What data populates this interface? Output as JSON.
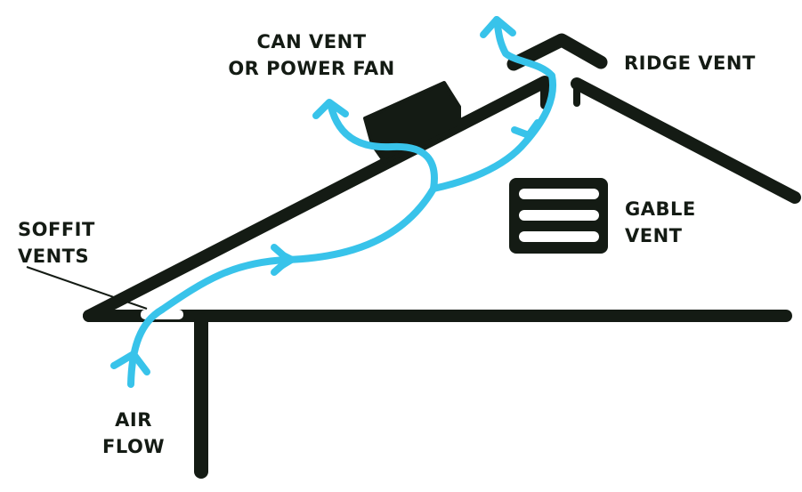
{
  "labels": {
    "can_vent_line1": "CAN VENT",
    "can_vent_line2": "OR POWER FAN",
    "ridge_vent": "RIDGE VENT",
    "gable_line1": "GABLE",
    "gable_line2": "VENT",
    "soffit_line1": "SOFFIT",
    "soffit_line2": "VENTS",
    "air_line1": "AIR",
    "air_line2": "FLOW"
  },
  "colors": {
    "structure": "#141b14",
    "airflow": "#38c3ea",
    "background": "#ffffff"
  }
}
